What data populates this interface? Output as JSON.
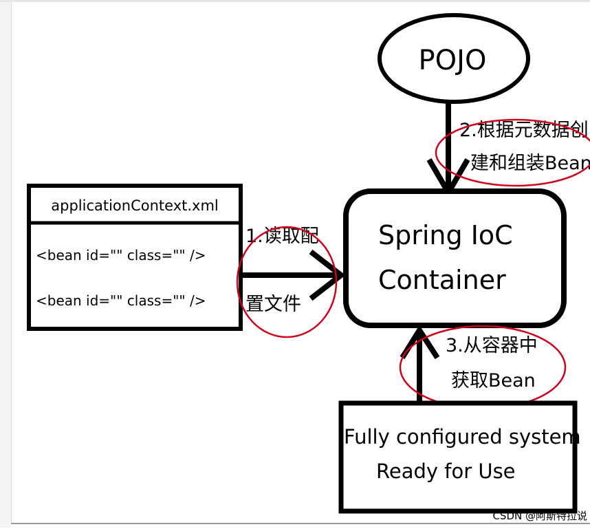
{
  "diagram": {
    "pojo_label": "POJO",
    "container_line1": "Spring IoC",
    "container_line2": "Container",
    "xml_title": "applicationContext.xml",
    "bean_line_1": "<bean id=\"\" class=\"\" />",
    "bean_line_2": "<bean id=\"\" class=\"\" />",
    "step1_line1": "1.读取配",
    "step1_line2": "置文件",
    "step2_line1": "2.根据元数据创",
    "step2_line2": "建和组装Bean",
    "step3_line1": "3.从容器中",
    "step3_line2": "获取Bean",
    "result_line1": "Fully configured system",
    "result_line2": "Ready for Use"
  },
  "watermark": "CSDN @阿斯特拉说",
  "colors": {
    "stroke": "#000000",
    "highlight_ellipse": "#d0021b"
  }
}
